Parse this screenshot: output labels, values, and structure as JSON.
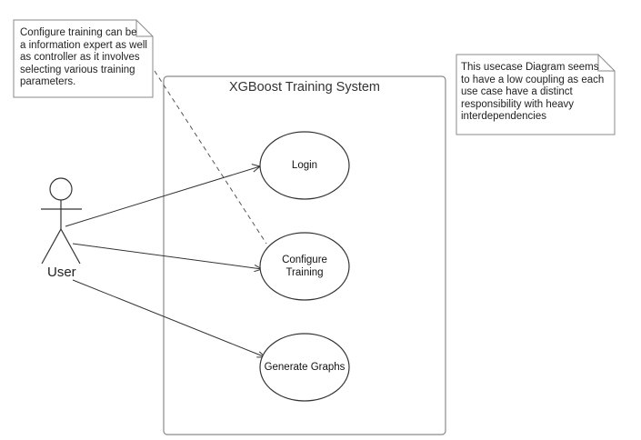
{
  "system": {
    "title": "XGBoost Training System"
  },
  "actor": {
    "label": "User"
  },
  "use_cases": {
    "login": "Login",
    "configure": "Configure\nTraining",
    "graphs": "Generate Graphs"
  },
  "notes": {
    "left": "Configure training can be\na information expert as well\nas controller as it involves\nselecting various training\nparameters.",
    "right": "This usecase Diagram seems\nto have a low coupling as each\nuse case have a distinct\nresponsibility with heavy\ninterdependencies"
  }
}
